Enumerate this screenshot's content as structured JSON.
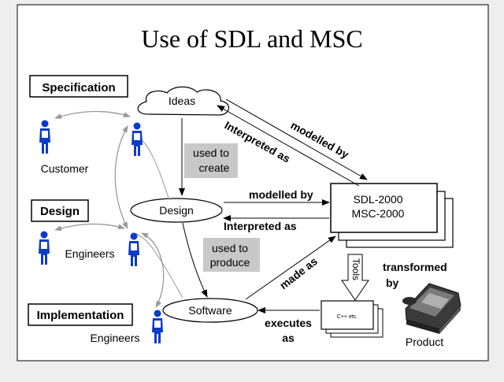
{
  "title": "Use of SDL and MSC",
  "sections": {
    "specification": "Specification",
    "design": "Design",
    "implementation": "Implementation"
  },
  "nodes": {
    "ideas": "Ideas",
    "design": "Design",
    "software": "Software",
    "sdl_line1": "SDL-2000",
    "sdl_line2": "MSC-2000",
    "code": "C++ etc.",
    "tools": "Tools",
    "product": "Product"
  },
  "actors": {
    "customer": "Customer",
    "engineers_design": "Engineers",
    "engineers_impl": "Engineers"
  },
  "labels": {
    "used_to_create_1": "used to",
    "used_to_create_2": "create",
    "used_to_produce_1": "used to",
    "used_to_produce_2": "produce",
    "modelled_by_diag": "modelled by",
    "interpreted_as_diag": "Interpreted as",
    "modelled_by": "modelled by",
    "interpreted_as": "Interpreted as",
    "made_as": "made as",
    "transformed_1": "transformed",
    "transformed_2": "by",
    "executes_1": "executes",
    "executes_2": "as"
  },
  "colors": {
    "person": "#0a3cc8",
    "label_box": "#c8c8c8"
  }
}
